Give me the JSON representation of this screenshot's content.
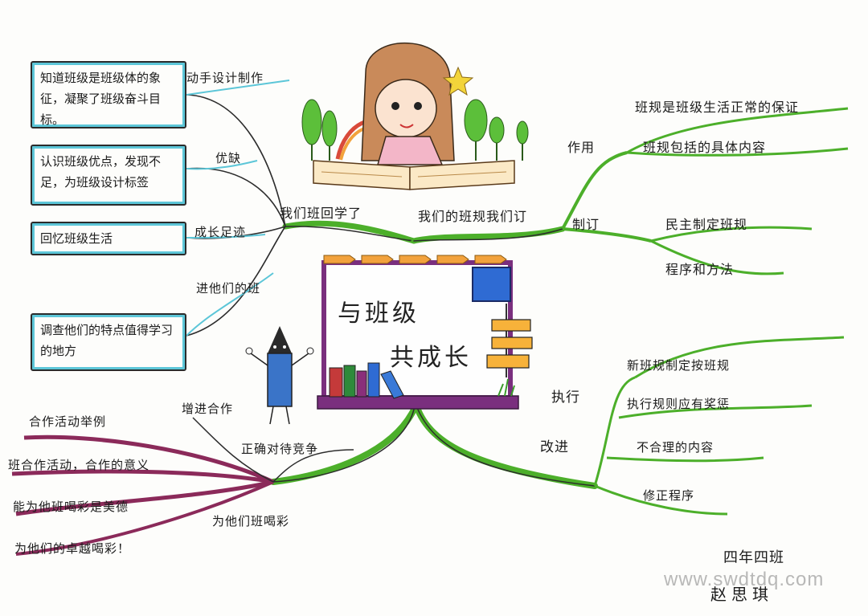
{
  "center": {
    "line1": "与班级",
    "line2": "共成长"
  },
  "left_top": {
    "branch": "我们班回学了",
    "sub": [
      {
        "label": "动手设计制作",
        "box": "知道班级是班级体的象征，凝聚了班级奋斗目标。"
      },
      {
        "label": "优缺",
        "box": "认识班级优点，发现不足，为班级设计标签"
      },
      {
        "label": "成长足迹",
        "box": "回忆班级生活"
      },
      {
        "label": "进他们的班",
        "box": "调查他们的特点值得学习的地方"
      }
    ]
  },
  "right_top": {
    "branch": "我们的班规我们订",
    "sub": [
      {
        "label": "作用",
        "items": [
          "班规是班级生活正常的保证",
          "班规包括的具体内容"
        ]
      },
      {
        "label": "制订",
        "items": [
          "民主制定班规",
          "程序和方法"
        ]
      }
    ]
  },
  "right_bottom": {
    "items_exec_label": "执行",
    "items_improve_label": "改进",
    "items": [
      "新班规制定按班规",
      "执行规则应有奖惩",
      "不合理的内容",
      "修正程序"
    ]
  },
  "left_bottom": {
    "branch": "为他们班喝彩",
    "sub_labels": [
      "增进合作",
      "正确对待竞争"
    ],
    "lines": [
      "合作活动举例",
      "班合作活动，合作的意义",
      "能为他班喝彩是美德",
      "为他们的卓越喝彩！"
    ]
  },
  "signature": {
    "class": "四年四班",
    "name": "赵思琪"
  },
  "watermark": "www.swdtdq.com",
  "colors": {
    "branch_green": "#4caf2a",
    "branch_purple": "#8b2a5a",
    "box_cyan": "#5cc6d8",
    "board_purple": "#7a2f7e",
    "arrow_orange": "#f2a23c"
  }
}
